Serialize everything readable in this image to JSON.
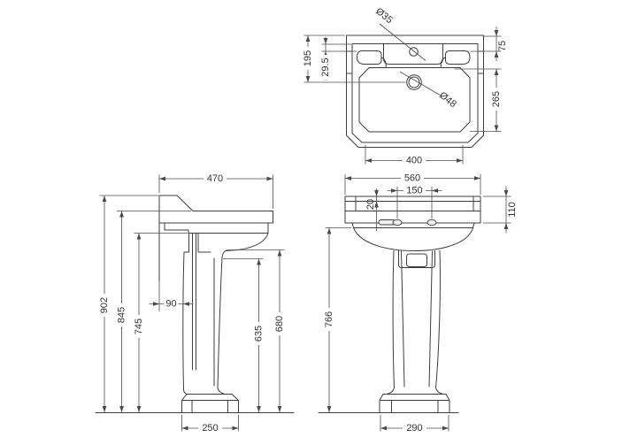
{
  "drawing": {
    "views": {
      "plan": {
        "dims": {
          "tap_hole_dia": "Ø35",
          "waste_hole_dia": "Ø48",
          "back_to_waste_centre": "195",
          "rim_to_tap_hole": "29.5",
          "edge_to_tap_hole": "75",
          "bowl_front_to_back": "265",
          "bowl_width": "400"
        }
      },
      "front": {
        "dims": {
          "overall_width": "560",
          "tap_hole_centres": "150",
          "rim_lip": "20",
          "rim_height": "110",
          "underside_height": "766",
          "plinth_width": "290"
        }
      },
      "side": {
        "dims": {
          "overall_depth": "470",
          "overall_height": "902",
          "rim_height": "845",
          "underside_height": "745",
          "wall_to_pedestal": "90",
          "bowl_underside_height": "680",
          "pedestal_top_height": "635",
          "plinth_depth": "250"
        }
      }
    }
  }
}
